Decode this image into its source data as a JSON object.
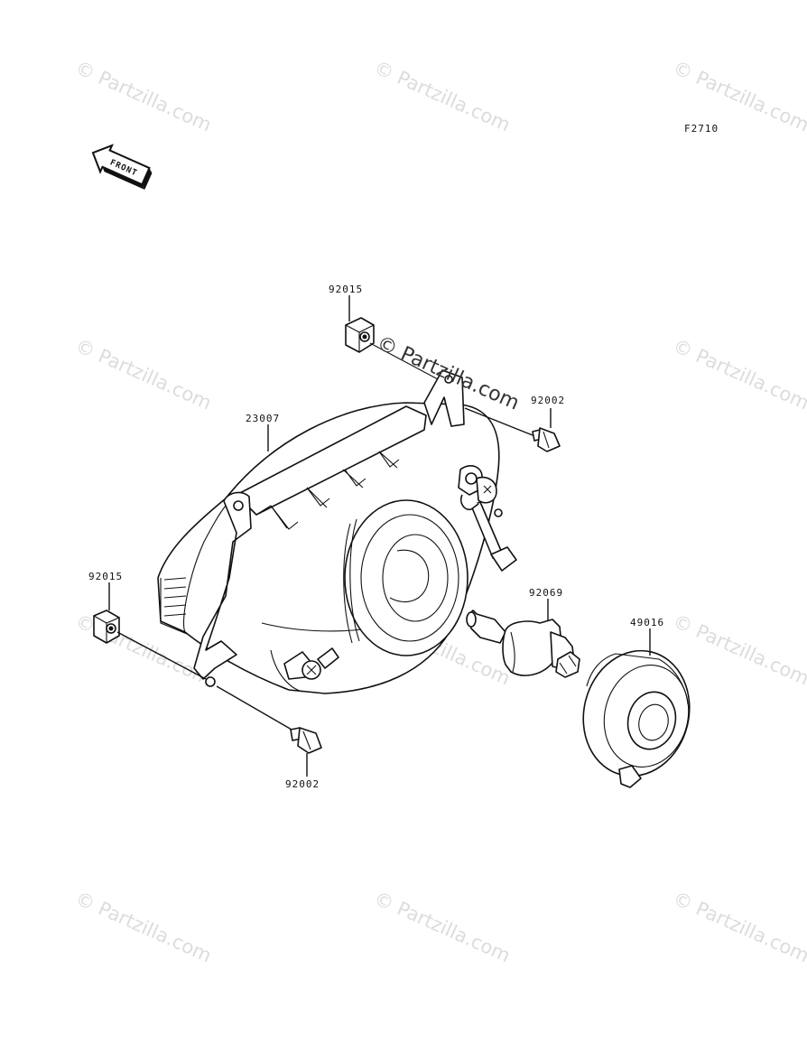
{
  "diagram": {
    "figure_code": "F2710",
    "front_arrow_text": "FRONT",
    "watermark_text": "© Partzilla.com",
    "colors": {
      "line": "#111111",
      "watermark": "#dcdcdc",
      "background": "#ffffff"
    },
    "parts": [
      {
        "id": "part-23007",
        "number": "23007"
      },
      {
        "id": "part-92015-top",
        "number": "92015"
      },
      {
        "id": "part-92002-right",
        "number": "92002"
      },
      {
        "id": "part-92015-left",
        "number": "92015"
      },
      {
        "id": "part-92002-bottom",
        "number": "92002"
      },
      {
        "id": "part-92069",
        "number": "92069"
      },
      {
        "id": "part-49016",
        "number": "49016"
      }
    ]
  }
}
